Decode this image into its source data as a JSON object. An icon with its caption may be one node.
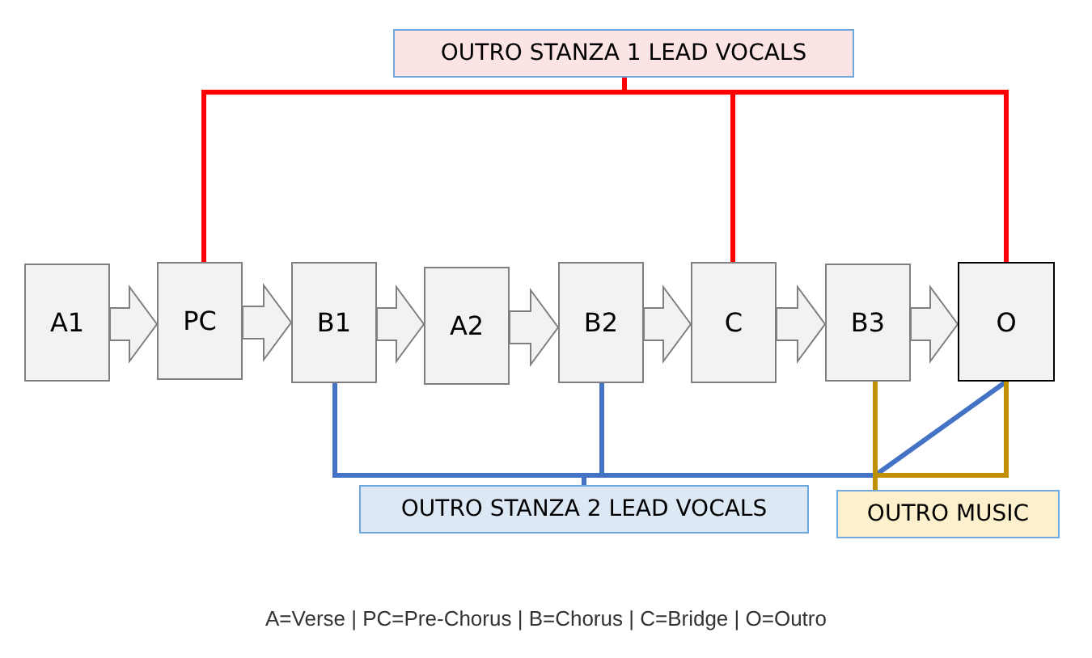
{
  "diagram": {
    "caption": "A=Verse | PC=Pre-Chorus | B=Chorus | C=Bridge | O=Outro",
    "nodes": [
      {
        "text": [
          "A1"
        ]
      },
      {
        "text": [
          "PC"
        ]
      },
      {
        "text": [
          "B1"
        ]
      },
      {
        "text": [
          "A2"
        ]
      },
      {
        "text": [
          "B2"
        ]
      },
      {
        "text": [
          "C"
        ]
      },
      {
        "text": [
          "B3"
        ]
      },
      {
        "text": [
          "O"
        ]
      },
      {
        "text": [
          "OUTRO STANZA 1 LEAD VOCALS"
        ]
      },
      {
        "text": [
          "OUTRO STANZA 2 LEAD VOCALS"
        ]
      },
      {
        "text": [
          "OUTRO MUSIC"
        ]
      }
    ],
    "edges": [
      {
        "from": 0,
        "to": 1,
        "arrow": "to"
      },
      {
        "from": 1,
        "to": 2,
        "arrow": "to"
      },
      {
        "from": 2,
        "to": 3,
        "arrow": "to"
      },
      {
        "from": 3,
        "to": 4,
        "arrow": "to"
      },
      {
        "from": 4,
        "to": 5,
        "arrow": "to"
      },
      {
        "from": 5,
        "to": 6,
        "arrow": "to"
      },
      {
        "from": 6,
        "to": 7,
        "arrow": "to"
      },
      {
        "from": 1,
        "to": 8,
        "arrow": "none",
        "color": "#ff0000"
      },
      {
        "from": 5,
        "to": 8,
        "arrow": "none",
        "color": "#ff0000"
      },
      {
        "from": 7,
        "to": 8,
        "arrow": "none",
        "color": "#ff0000"
      },
      {
        "from": 2,
        "to": 9,
        "arrow": "none",
        "color": "#4472c4"
      },
      {
        "from": 4,
        "to": 9,
        "arrow": "none",
        "color": "#4472c4"
      },
      {
        "from": 7,
        "to": 9,
        "arrow": "none",
        "color": "#4472c4"
      },
      {
        "from": 6,
        "to": 10,
        "arrow": "none",
        "color": "#bf9000"
      },
      {
        "from": 7,
        "to": 10,
        "arrow": "none",
        "color": "#bf9000"
      }
    ]
  }
}
